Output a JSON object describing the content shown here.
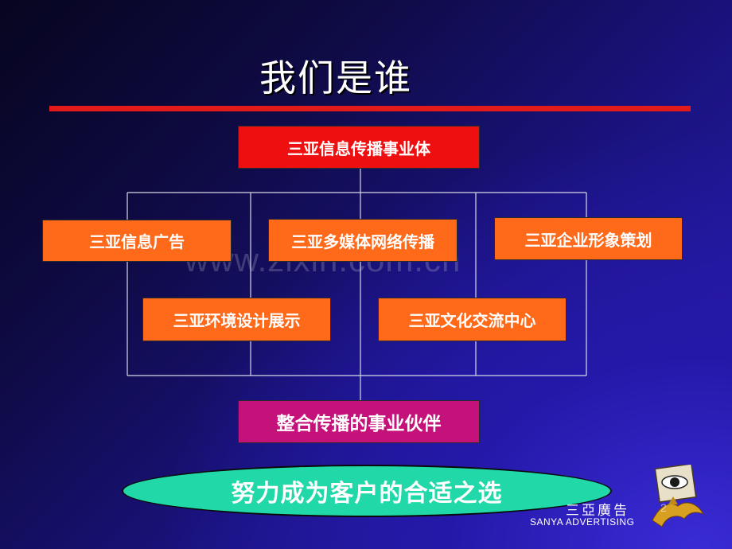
{
  "slide": {
    "title": "我们是谁",
    "watermark": "www.zixin.com.cn",
    "page_number": "2"
  },
  "org_chart": {
    "top": "三亚信息传播事业体",
    "row1": [
      "三亚信息广告",
      "三亚多媒体网络传播",
      "三亚企业形象策划"
    ],
    "row2": [
      "三亚环境设计展示",
      "三亚文化交流中心"
    ],
    "bottom": "整合传播的事业伙伴"
  },
  "slogan": "努力成为客户的合适之选",
  "logo": {
    "chinese": "三亞廣告",
    "english": "SANYA ADVERTISING"
  },
  "colors": {
    "title_rule": "#e21a1a",
    "top_box": "#ee1010",
    "unit_box": "#ff6a1a",
    "bottom_box": "#c4127a",
    "slogan": "#21d8a8"
  }
}
